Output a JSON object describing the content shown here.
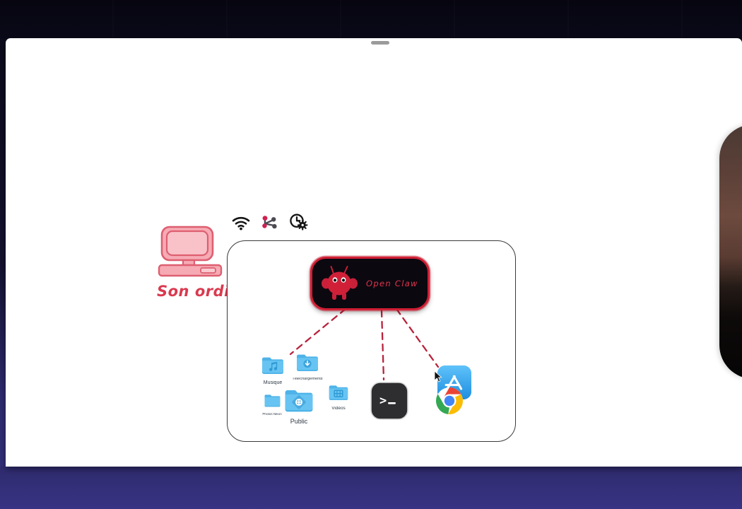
{
  "window": {
    "drag_handle": "drag-handle"
  },
  "colors": {
    "brand_red": "#cf1f34",
    "accent_pink": "#e8737f",
    "folder_blue": "#4fb3e8",
    "backdrop_purple": "#312d77",
    "backdrop_dark": "#07060f",
    "container_stroke": "#3a3a3a"
  },
  "annotations": {
    "computer_label": "Son ordi",
    "computer_icon": "desktop-computer-illustration"
  },
  "status_icons": [
    {
      "name": "wifi-icon",
      "label": "Wi-Fi"
    },
    {
      "name": "network-nodes-icon",
      "label": "Réseau"
    },
    {
      "name": "clock-settings-icon",
      "label": "Horloge / réglages"
    }
  ],
  "openclaw": {
    "title": "Open Claw",
    "mascot": "openclaw-mascot-icon"
  },
  "desktop_items": [
    {
      "id": "musique",
      "label": "Musique",
      "icon": "folder-music-icon"
    },
    {
      "id": "telechargements",
      "label": "Téléchargements",
      "icon": "folder-downloads-icon"
    },
    {
      "id": "photos-nikon",
      "label": "Photos Nikon",
      "icon": "folder-icon"
    },
    {
      "id": "public",
      "label": "Public",
      "icon": "folder-public-icon"
    },
    {
      "id": "videos",
      "label": "Vidéos",
      "icon": "folder-movies-icon"
    },
    {
      "id": "terminal",
      "label": "",
      "icon": "terminal-app-icon"
    },
    {
      "id": "appstore",
      "label": "",
      "icon": "app-store-icon"
    },
    {
      "id": "chrome",
      "label": "",
      "icon": "chrome-browser-icon"
    }
  ],
  "connectors": {
    "count": 3,
    "style": "dashed",
    "color": "#b8233c"
  },
  "overlay": {
    "video_bubble": "presenter-video-bubble"
  }
}
